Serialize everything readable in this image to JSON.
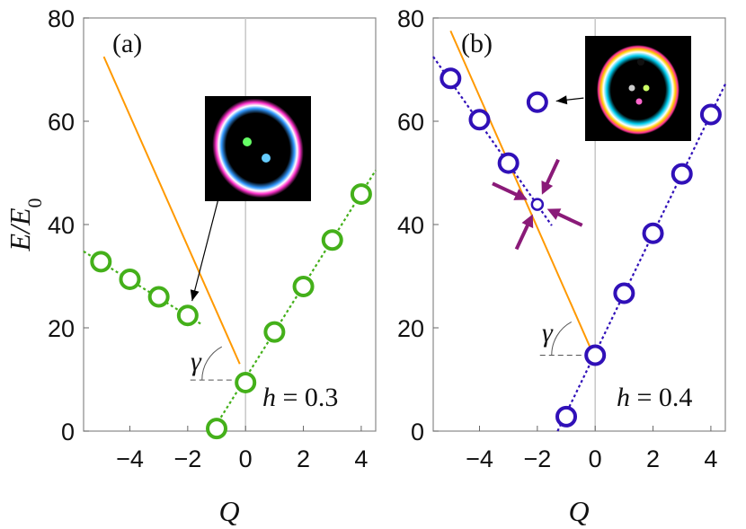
{
  "chart_data": [
    {
      "type": "scatter",
      "panel_label": "(a)",
      "annotation": {
        "lhs": "h",
        "eq": " = ",
        "value": "0.3"
      },
      "angle_label": "γ",
      "xlabel": "Q",
      "ylabel": {
        "main": "E/E",
        "sub": "0"
      },
      "xlim": [
        -5.6,
        4.5
      ],
      "ylim": [
        0,
        80
      ],
      "xticks": [
        "−4",
        "−2",
        "0",
        "2",
        "4"
      ],
      "xtick_values": [
        -4,
        -2,
        0,
        2,
        4
      ],
      "yticks": [
        "0",
        "20",
        "40",
        "60",
        "80"
      ],
      "ytick_values": [
        0,
        20,
        40,
        60,
        80
      ],
      "color": "#44b01a",
      "line_color": "#ff9900",
      "points": [
        {
          "x": -5,
          "y": 32.8
        },
        {
          "x": -4,
          "y": 29.4
        },
        {
          "x": -3,
          "y": 26.0
        },
        {
          "x": -2,
          "y": 22.4
        },
        {
          "x": -1,
          "y": 0.5
        },
        {
          "x": 0,
          "y": 9.4
        },
        {
          "x": 1,
          "y": 19.2
        },
        {
          "x": 2,
          "y": 28.0
        },
        {
          "x": 3,
          "y": 37.0
        },
        {
          "x": 4,
          "y": 45.9
        }
      ],
      "fit_left": [
        {
          "x": -5.6,
          "y": 34.8
        },
        {
          "x": -1.5,
          "y": 20.6
        }
      ],
      "fit_right": [
        {
          "x": -1.15,
          "y": 0.0
        },
        {
          "x": 4.5,
          "y": 50.5
        }
      ],
      "straight_line": [
        {
          "x": -4.9,
          "y": 72.5
        },
        {
          "x": -0.2,
          "y": 13.0
        }
      ],
      "arrow": {
        "from": {
          "x": -0.8,
          "y": 48
        },
        "to": {
          "x": -1.85,
          "y": 25.2
        }
      },
      "angle_vertex": {
        "x": -0.2,
        "y": 9.9
      }
    },
    {
      "type": "scatter",
      "panel_label": "(b)",
      "annotation": {
        "lhs": "h",
        "eq": " = ",
        "value": "0.4"
      },
      "angle_label": "γ",
      "xlabel": "Q",
      "xlim": [
        -5.6,
        4.5
      ],
      "ylim": [
        0,
        80
      ],
      "xticks": [
        "−4",
        "−2",
        "0",
        "2",
        "4"
      ],
      "xtick_values": [
        -4,
        -2,
        0,
        2,
        4
      ],
      "yticks": [
        "0",
        "20",
        "40",
        "60",
        "80"
      ],
      "ytick_values": [
        0,
        20,
        40,
        60,
        80
      ],
      "color": "#3010b8",
      "line_color": "#ff9900",
      "marker_color": "#8a1a78",
      "points": [
        {
          "x": -5,
          "y": 68.3
        },
        {
          "x": -4,
          "y": 60.3
        },
        {
          "x": -3,
          "y": 51.9
        },
        {
          "x": -2,
          "y": 43.9
        },
        {
          "x": -1,
          "y": 2.8
        },
        {
          "x": 0,
          "y": 14.7
        },
        {
          "x": 1,
          "y": 26.7
        },
        {
          "x": 2,
          "y": 38.3
        },
        {
          "x": 3,
          "y": 49.8
        },
        {
          "x": 4,
          "y": 61.3
        }
      ],
      "isolated_point": {
        "x": -2,
        "y": 63.7
      },
      "fit_left": [
        {
          "x": -5.6,
          "y": 72.5
        },
        {
          "x": -1.5,
          "y": 39.8
        }
      ],
      "fit_right": [
        {
          "x": -1.3,
          "y": 0.0
        },
        {
          "x": 4.5,
          "y": 67.2
        }
      ],
      "straight_line": [
        {
          "x": -5.0,
          "y": 77.5
        },
        {
          "x": 0.0,
          "y": 14.0
        }
      ],
      "arrow": {
        "from": {
          "x": -0.4,
          "y": 64.5
        },
        "to": {
          "x": -1.35,
          "y": 63.9
        }
      },
      "converging_arrows_center": {
        "x": -2,
        "y": 43.9
      },
      "angle_vertex": {
        "x": -0.2,
        "y": 14.7
      }
    }
  ]
}
